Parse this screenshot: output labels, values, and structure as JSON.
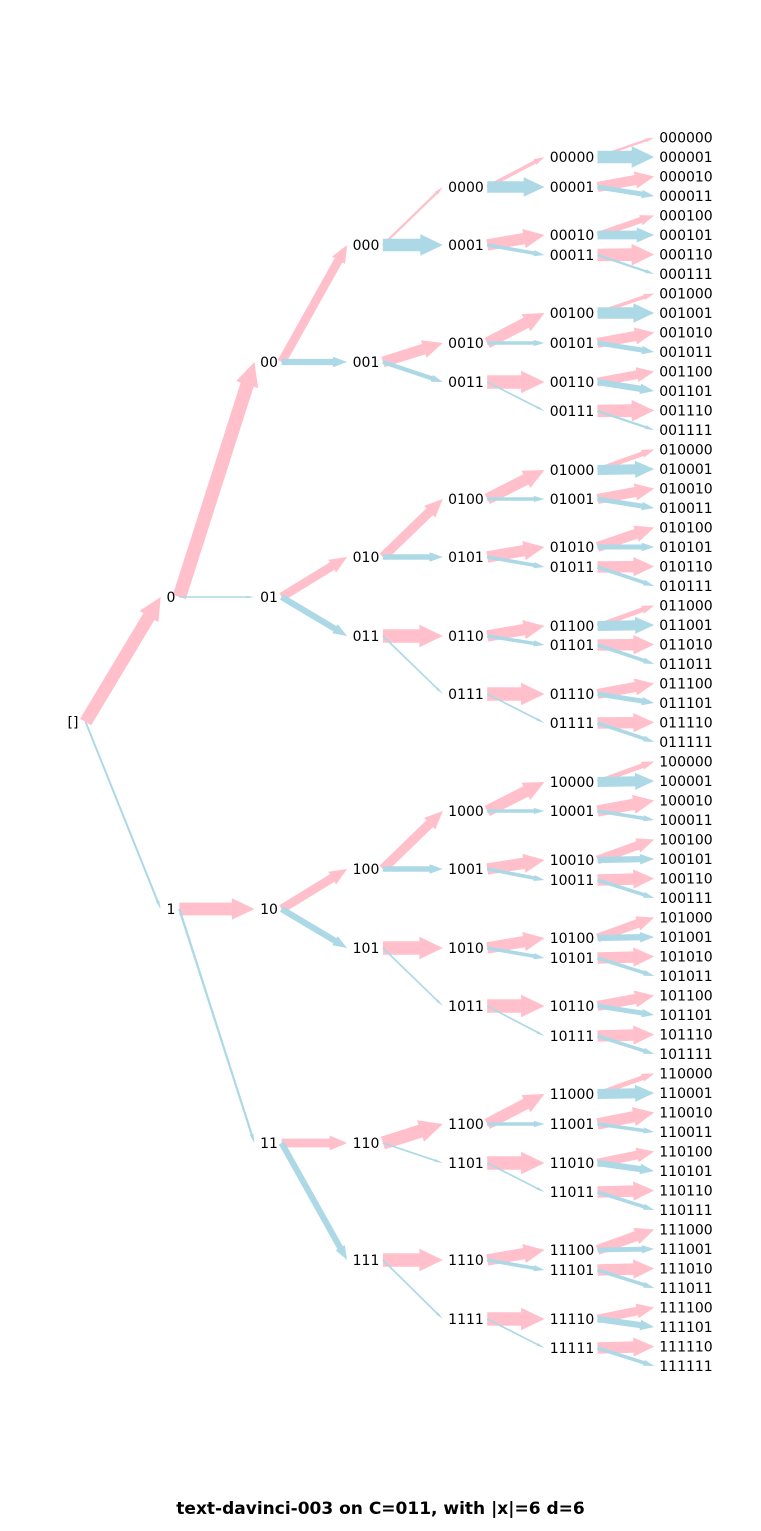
{
  "caption": "text-davinci-003 on C=011, with |x|=6  d=6",
  "colors": {
    "edge_0": "#ffc0cb",
    "edge_1": "#add8e6",
    "text": "#000000",
    "background": "#ffffff"
  },
  "tree": {
    "root_label": "[]",
    "depth": 6,
    "node_labels": [
      "0",
      "1",
      "00",
      "01",
      "10",
      "11",
      "000",
      "001",
      "010",
      "011",
      "100",
      "101",
      "110",
      "111",
      "0000",
      "0001",
      "0010",
      "0011",
      "0100",
      "0101",
      "0110",
      "0111",
      "1000",
      "1001",
      "1010",
      "1011",
      "1100",
      "1101",
      "1110",
      "1111",
      "00000",
      "00001",
      "00010",
      "00011",
      "00100",
      "00101",
      "00110",
      "00111",
      "01000",
      "01001",
      "01010",
      "01011",
      "01100",
      "01101",
      "01110",
      "01111",
      "10000",
      "10001",
      "10010",
      "10011",
      "10100",
      "10101",
      "10110",
      "10111",
      "11000",
      "11001",
      "11010",
      "11011",
      "11100",
      "11101",
      "11110",
      "11111",
      "000000",
      "000001",
      "000010",
      "000011",
      "000100",
      "000101",
      "000110",
      "000111",
      "001000",
      "001001",
      "001010",
      "001011",
      "001100",
      "001101",
      "001110",
      "001111",
      "010000",
      "010001",
      "010010",
      "010011",
      "010100",
      "010101",
      "010110",
      "010111",
      "011000",
      "011001",
      "011010",
      "011011",
      "011100",
      "011101",
      "011110",
      "011111",
      "100000",
      "100001",
      "100010",
      "100011",
      "100100",
      "100101",
      "100110",
      "100111",
      "101000",
      "101001",
      "101010",
      "101011",
      "101100",
      "101101",
      "101110",
      "101111",
      "110000",
      "110001",
      "110010",
      "110011",
      "110100",
      "110101",
      "110110",
      "110111",
      "111000",
      "111001",
      "111010",
      "111011",
      "111100",
      "111101",
      "111110",
      "111111"
    ],
    "edge_weights": {
      "0": 0.92,
      "1": 0.08,
      "00": 0.97,
      "01": 0.03,
      "10": 0.9,
      "11": 0.1,
      "000": 0.6,
      "001": 0.4,
      "010": 0.6,
      "011": 0.4,
      "100": 0.6,
      "101": 0.4,
      "110": 0.6,
      "111": 0.4,
      "0000": 0.1,
      "0001": 0.9,
      "0010": 0.75,
      "0011": 0.25,
      "0100": 0.65,
      "0101": 0.35,
      "0110": 0.95,
      "0111": 0.05,
      "1000": 0.65,
      "1001": 0.35,
      "1010": 0.95,
      "1011": 0.05,
      "1100": 0.95,
      "1101": 0.05,
      "1110": 0.95,
      "1111": 0.05,
      "00000": 0.2,
      "00001": 0.8,
      "00010": 0.8,
      "00011": 0.2,
      "00100": 0.8,
      "00101": 0.2,
      "00110": 0.95,
      "00111": 0.05,
      "01000": 0.8,
      "01001": 0.2,
      "01010": 0.8,
      "01011": 0.2,
      "01100": 0.8,
      "01101": 0.2,
      "01110": 0.95,
      "01111": 0.05,
      "10000": 0.8,
      "10001": 0.2,
      "10010": 0.8,
      "10011": 0.2,
      "10100": 0.8,
      "10101": 0.2,
      "10110": 0.95,
      "10111": 0.05,
      "11000": 0.8,
      "11001": 0.2,
      "11010": 0.95,
      "11011": 0.05,
      "11100": 0.8,
      "11101": 0.2,
      "11110": 0.95,
      "11111": 0.05,
      "000000": 0.1,
      "000001": 0.9,
      "000010": 0.7,
      "000011": 0.3,
      "000100": 0.4,
      "000101": 0.6,
      "000110": 0.9,
      "000111": 0.1,
      "001000": 0.2,
      "001001": 0.8,
      "001010": 0.7,
      "001011": 0.3,
      "001100": 0.6,
      "001101": 0.4,
      "001110": 0.9,
      "001111": 0.1,
      "010000": 0.3,
      "010001": 0.7,
      "010010": 0.7,
      "010011": 0.3,
      "010100": 0.7,
      "010101": 0.3,
      "010110": 0.8,
      "010111": 0.2,
      "011000": 0.3,
      "011001": 0.7,
      "011010": 0.8,
      "011011": 0.2,
      "011100": 0.7,
      "011101": 0.3,
      "011110": 0.8,
      "011111": 0.2,
      "100000": 0.3,
      "100001": 0.7,
      "100010": 0.8,
      "100011": 0.2,
      "100100": 0.6,
      "100101": 0.4,
      "100110": 0.8,
      "100111": 0.2,
      "101000": 0.6,
      "101001": 0.4,
      "101010": 0.8,
      "101011": 0.2,
      "101100": 0.7,
      "101101": 0.3,
      "101110": 0.8,
      "101111": 0.2,
      "110000": 0.3,
      "110001": 0.7,
      "110010": 0.8,
      "110011": 0.2,
      "110100": 0.6,
      "110101": 0.4,
      "110110": 0.8,
      "110111": 0.2,
      "111000": 0.7,
      "111001": 0.3,
      "111010": 0.8,
      "111011": 0.2,
      "111100": 0.6,
      "111101": 0.4,
      "111110": 0.8,
      "111111": 0.2
    }
  }
}
